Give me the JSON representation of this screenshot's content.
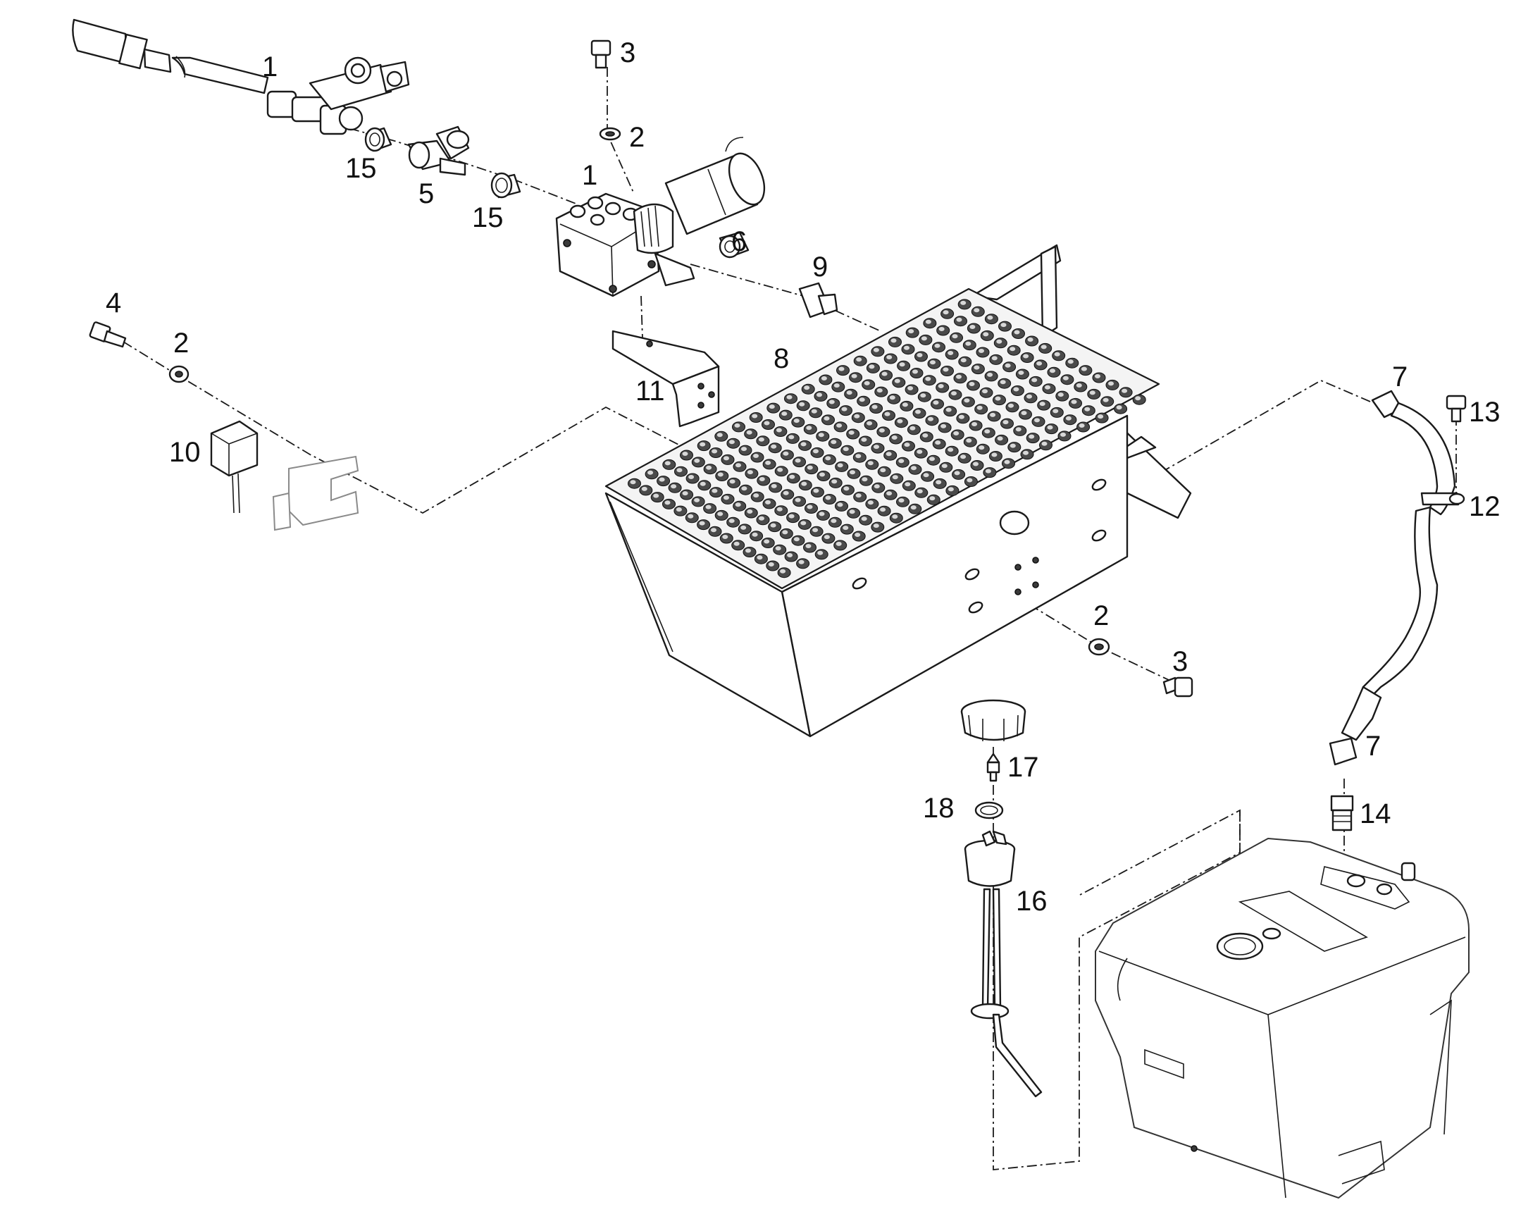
{
  "diagram": {
    "callouts": [
      {
        "label": "1"
      },
      {
        "label": "3"
      },
      {
        "label": "2"
      },
      {
        "label": "15"
      },
      {
        "label": "5"
      },
      {
        "label": "15"
      },
      {
        "label": "1"
      },
      {
        "label": "6"
      },
      {
        "label": "9"
      },
      {
        "label": "4"
      },
      {
        "label": "2"
      },
      {
        "label": "8"
      },
      {
        "label": "11"
      },
      {
        "label": "10"
      },
      {
        "label": "7"
      },
      {
        "label": "13"
      },
      {
        "label": "12"
      },
      {
        "label": "2"
      },
      {
        "label": "3"
      },
      {
        "label": "7"
      },
      {
        "label": "17"
      },
      {
        "label": "18"
      },
      {
        "label": "14"
      },
      {
        "label": "16"
      }
    ]
  }
}
